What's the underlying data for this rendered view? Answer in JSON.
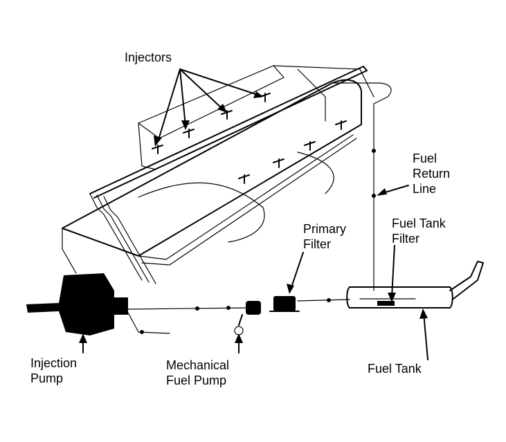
{
  "labels": {
    "injectors": "Injectors",
    "fuel_return_line": [
      "Fuel",
      "Return",
      "Line"
    ],
    "primary_filter": [
      "Primary",
      "Filter"
    ],
    "fuel_tank_filter": [
      "Fuel Tank",
      "Filter"
    ],
    "injection_pump": [
      "Injection",
      "Pump"
    ],
    "mechanical_fuel_pump": [
      "Mechanical",
      "Fuel Pump"
    ],
    "fuel_tank": "Fuel Tank"
  },
  "colors": {
    "ink": "#000000",
    "paper": "#ffffff"
  }
}
